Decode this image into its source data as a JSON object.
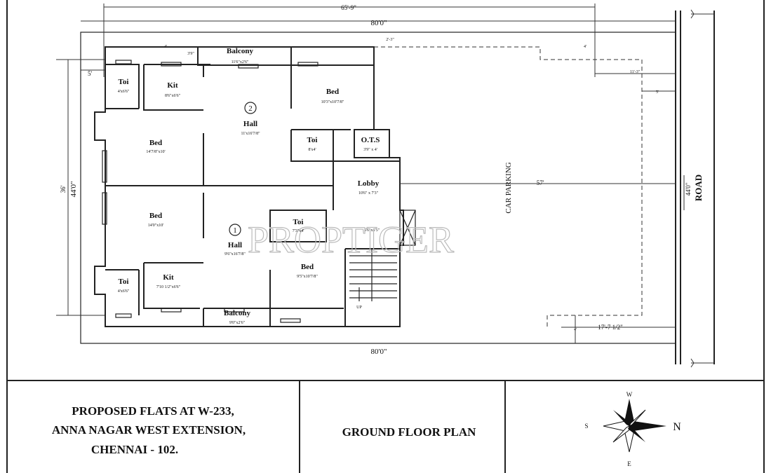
{
  "dimensions": {
    "top_65": "65'-9\"",
    "top_80": "80'0\"",
    "bottom_80": "80'0\"",
    "left_36": "36'",
    "left_44": "44'0\"",
    "right_44": "44'0\"",
    "d_2_3": "2'-3\"",
    "d_4_top_left": "4'",
    "d_4_top_right": "4'",
    "d_11_3": "11'-3\"",
    "d_5_right": "5'",
    "d_5_left": "5'",
    "d_57": "57'",
    "d_17_7": "17'-7 1/2\"",
    "d_4_bottom": "4'",
    "d_3_9": "3'9\""
  },
  "road_label": "ROAD",
  "car_parking_label": "CAR PARKING",
  "watermark": "PROPTIGER",
  "rooms": {
    "balcony_top": {
      "name": "Balcony",
      "size": "11'6\"x2'6\""
    },
    "toi_top_left": {
      "name": "Toi",
      "size": "4'x6'6\""
    },
    "kit_top": {
      "name": "Kit",
      "size": "8'6\"x6'6\""
    },
    "bed_top_right": {
      "name": "Bed",
      "size": "10'3\"x10'7/8\""
    },
    "hall_2": {
      "num": "2",
      "name": "Hall",
      "size": "11'x16'7/8\""
    },
    "bed_top_left": {
      "name": "Bed",
      "size": "14'7/8\"x10'"
    },
    "toi_mid": {
      "name": "Toi",
      "size": "8'x4'"
    },
    "ots": {
      "name": "O.T.S",
      "size": "3'9\" x 4'"
    },
    "lobby": {
      "name": "Lobby",
      "size": "10'6\" x 7'3\""
    },
    "lift": {
      "size": "5'6\"x5'5\""
    },
    "bed_bottom_left": {
      "name": "Bed",
      "size": "14'0\"x10'"
    },
    "toi_bottom_mid": {
      "name": "Toi",
      "size": "7'3\"x4'"
    },
    "hall_1": {
      "num": "1",
      "name": "Hall",
      "size": "9'6\"x16'7/8\""
    },
    "bed_bottom_right": {
      "name": "Bed",
      "size": "9'5\"x10'7/8\""
    },
    "toi_bottom_left": {
      "name": "Toi",
      "size": "4'x6'6\""
    },
    "kit_bottom": {
      "name": "Kit",
      "size": "7'10 1/2\"x6'6\""
    },
    "balcony_bottom": {
      "name": "Balcony",
      "size": "9'0\"x2'6\""
    },
    "stair_up": "UP"
  },
  "title_block": {
    "project_line1": "PROPOSED FLATS AT W-233,",
    "project_line2": "ANNA NAGAR WEST EXTENSION,",
    "project_line3": "CHENNAI - 102.",
    "drawing_title": "GROUND FLOOR PLAN"
  },
  "compass": {
    "w": "W",
    "s": "S",
    "n": "N",
    "e": "E"
  }
}
